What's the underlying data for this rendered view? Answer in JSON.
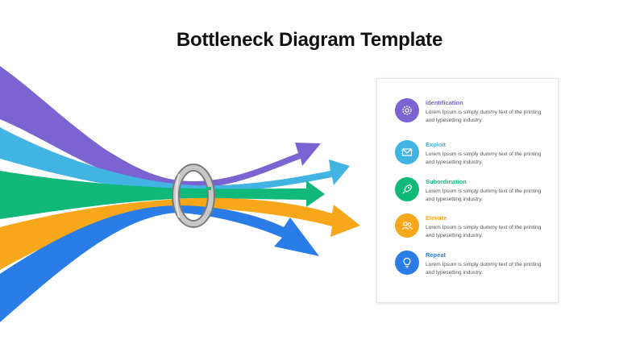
{
  "title": "Bottleneck Diagram Template",
  "colors": {
    "purple": "#7b63d2",
    "cyan": "#41b4e3",
    "green": "#10b97a",
    "orange": "#f8a61a",
    "blue": "#2a7de6",
    "ring": "#a0a0a0"
  },
  "items": [
    {
      "title": "Identification",
      "text": "Lorem Ipsum is simply dummy text of the printing and typesetting industry.",
      "icon": "gear-icon",
      "color": "#7b63d2"
    },
    {
      "title": "Exploit",
      "text": "Lorem Ipsum is simply dummy text of the printing and typesetting industry.",
      "icon": "envelope-icon",
      "color": "#41b4e3"
    },
    {
      "title": "Subordination",
      "text": "Lorem Ipsum is simply dummy text of the printing and typesetting industry.",
      "icon": "rocket-icon",
      "color": "#10b97a"
    },
    {
      "title": "Elevate",
      "text": "Lorem Ipsum is simply dummy text of the printing and typesetting industry.",
      "icon": "users-icon",
      "color": "#f8a61a"
    },
    {
      "title": "Repeat",
      "text": "Lorem Ipsum is simply dummy text of the printing and typesetting industry.",
      "icon": "lightbulb-icon",
      "color": "#2a7de6"
    }
  ]
}
